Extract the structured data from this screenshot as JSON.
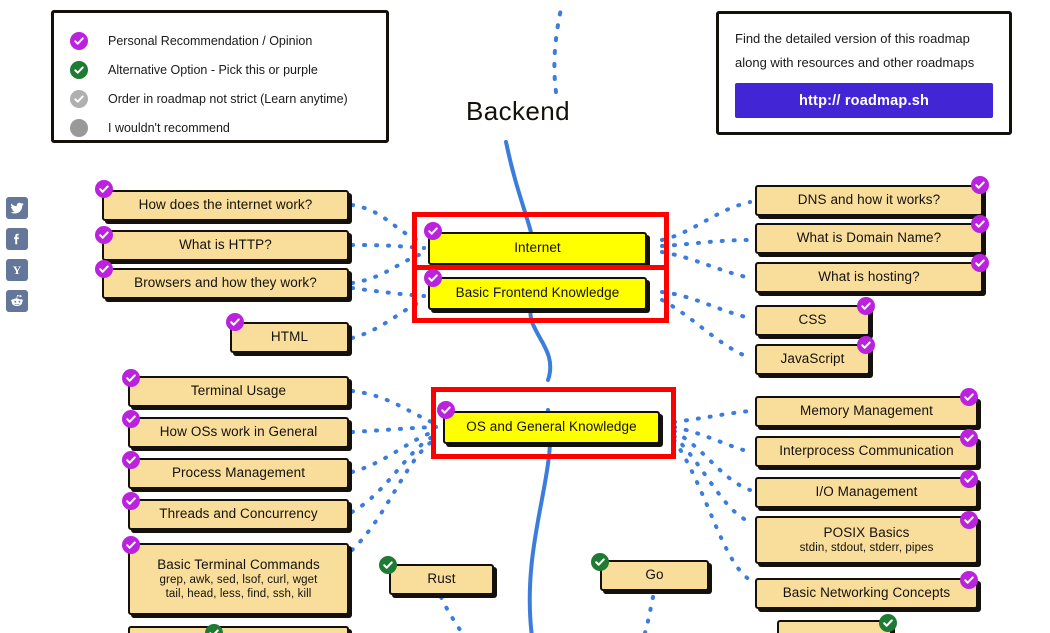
{
  "title": "Backend",
  "legend": {
    "items": [
      {
        "icon": "check-circle-purple-icon",
        "color": "#bb22dd",
        "label": "Personal Recommendation / Opinion"
      },
      {
        "icon": "check-circle-green-icon",
        "color": "#1f7a33",
        "label": "Alternative Option - Pick this or purple"
      },
      {
        "icon": "check-circle-grey-icon",
        "color": "#b0b0b0",
        "label": "Order in roadmap not strict (Learn anytime)"
      },
      {
        "icon": "filled-circle-grey-icon",
        "color": "#999999",
        "label": "I wouldn't recommend"
      }
    ]
  },
  "info": {
    "line1": "Find the detailed version of this roadmap",
    "line2": "along with resources and other roadmaps",
    "link_label": "http:// roadmap.sh",
    "link_color": "#4226d6"
  },
  "social": [
    {
      "name": "twitter-icon",
      "label": "Twitter"
    },
    {
      "name": "facebook-icon",
      "label": "Facebook"
    },
    {
      "name": "ycombinator-icon",
      "label": "Y"
    },
    {
      "name": "reddit-icon",
      "label": "Reddit"
    }
  ],
  "colors": {
    "node_fill": "#f9de9b",
    "node_highlight_fill": "#ffff00",
    "node_border": "#14110c",
    "wire": "#3b7ddd",
    "attention": "#ff0000"
  },
  "nodes": [
    {
      "id": "how-does-the-internet-work",
      "label": "How does the internet work?",
      "badge": "purple",
      "badge_pos": "tl"
    },
    {
      "id": "what-is-http",
      "label": "What is HTTP?",
      "badge": "purple",
      "badge_pos": "tl"
    },
    {
      "id": "browsers-and-how-they-work",
      "label": "Browsers and how they work?",
      "badge": "purple",
      "badge_pos": "tl"
    },
    {
      "id": "html",
      "label": "HTML",
      "badge": "purple",
      "badge_pos": "tl"
    },
    {
      "id": "internet",
      "label": "Internet",
      "badge": "purple",
      "badge_pos": "tl",
      "highlighted": true
    },
    {
      "id": "basic-frontend-knowledge",
      "label": "Basic Frontend Knowledge",
      "badge": "purple",
      "badge_pos": "tl",
      "highlighted": true
    },
    {
      "id": "dns-and-how-it-works",
      "label": "DNS and how it works?",
      "badge": "purple",
      "badge_pos": "tr"
    },
    {
      "id": "what-is-domain-name",
      "label": "What is Domain Name?",
      "badge": "purple",
      "badge_pos": "tr"
    },
    {
      "id": "what-is-hosting",
      "label": "What is hosting?",
      "badge": "purple",
      "badge_pos": "tr"
    },
    {
      "id": "css",
      "label": "CSS",
      "badge": "purple",
      "badge_pos": "tr"
    },
    {
      "id": "javascript",
      "label": "JavaScript",
      "badge": "purple",
      "badge_pos": "tr"
    },
    {
      "id": "terminal-usage",
      "label": "Terminal Usage",
      "badge": "purple",
      "badge_pos": "tl"
    },
    {
      "id": "how-oss-work-in-general",
      "label": "How OSs work in General",
      "badge": "purple",
      "badge_pos": "tl"
    },
    {
      "id": "process-management",
      "label": "Process Management",
      "badge": "purple",
      "badge_pos": "tl"
    },
    {
      "id": "threads-and-concurrency",
      "label": "Threads and Concurrency",
      "badge": "purple",
      "badge_pos": "tl"
    },
    {
      "id": "basic-terminal-commands",
      "label": "Basic Terminal Commands",
      "sub1": "grep, awk, sed, lsof, curl, wget",
      "sub2": "tail, head, less, find, ssh, kill",
      "badge": "purple",
      "badge_pos": "tl"
    },
    {
      "id": "os-and-general-knowledge",
      "label": "OS and General Knowledge",
      "badge": "purple",
      "badge_pos": "tl",
      "highlighted": true
    },
    {
      "id": "memory-management",
      "label": "Memory Management",
      "badge": "purple",
      "badge_pos": "tr"
    },
    {
      "id": "interprocess-communication",
      "label": "Interprocess Communication",
      "badge": "purple",
      "badge_pos": "tr"
    },
    {
      "id": "io-management",
      "label": "I/O Management",
      "badge": "purple",
      "badge_pos": "tr"
    },
    {
      "id": "posix-basics",
      "label": "POSIX Basics",
      "sub1": "stdin, stdout, stderr, pipes",
      "badge": "purple",
      "badge_pos": "tr"
    },
    {
      "id": "basic-networking-concepts",
      "label": "Basic Networking Concepts",
      "badge": "purple",
      "badge_pos": "tr"
    },
    {
      "id": "rust",
      "label": "Rust",
      "badge": "green",
      "badge_pos": "tl"
    },
    {
      "id": "go",
      "label": "Go",
      "badge": "green",
      "badge_pos": "tl"
    },
    {
      "id": "partial-bottom-right",
      "label": "",
      "badge": "green",
      "badge_pos": "tr"
    }
  ]
}
